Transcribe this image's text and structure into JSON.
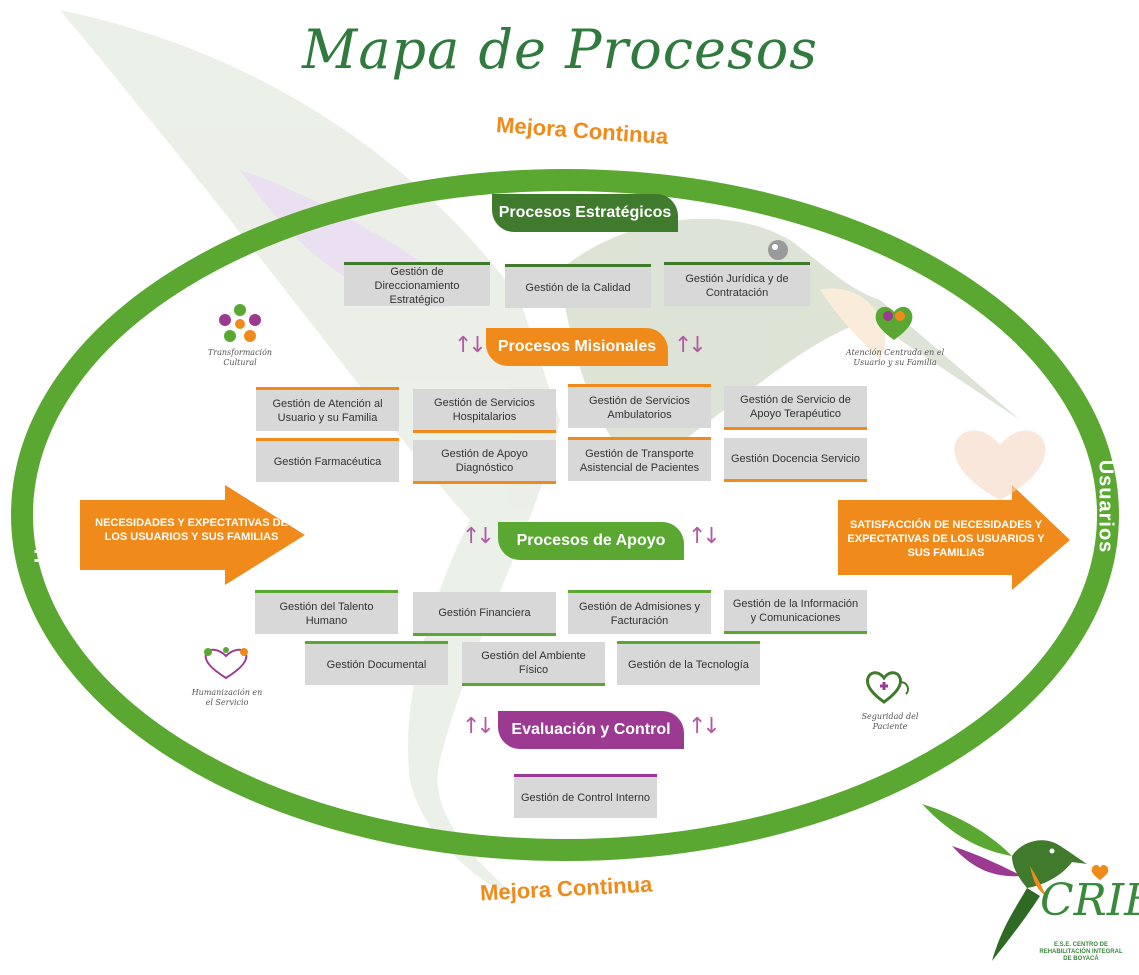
{
  "title": "Mapa de Procesos",
  "mejora_top": "Mejora Continua",
  "mejora_bottom": "Mejora Continua",
  "usuarios_left": "Usuarios",
  "usuarios_right": "Usuarios",
  "input_arrow": "NECESIDADES Y EXPECTATIVAS DE LOS USUARIOS Y SUS FAMILIAS",
  "output_arrow": "SATISFACCIÓN DE NECESIDADES Y EXPECTATIVAS DE LOS USUARIOS Y SUS FAMILIAS",
  "estrategicos": {
    "label": "Procesos Estratégicos",
    "items": [
      "Gestión de Direccionamiento Estratégico",
      "Gestión de la Calidad",
      "Gestión Jurídica y de Contratación"
    ]
  },
  "misionales": {
    "label": "Procesos Misionales",
    "items": [
      "Gestión de Atención al Usuario y su Familia",
      "Gestión de Servicios Hospitalarios",
      "Gestión de Servicios Ambulatorios",
      "Gestión de Servicio de Apoyo Terapéutico",
      "Gestión Farmacéutica",
      "Gestión de Apoyo Diagnóstico",
      "Gestión de Transporte Asistencial de Pacientes",
      "Gestión Docencia Servicio"
    ]
  },
  "apoyo": {
    "label": "Procesos de Apoyo",
    "items": [
      "Gestión del Talento Humano",
      "Gestión Financiera",
      "Gestión de Admisiones y Facturación",
      "Gestión de la Información y Comunicaciones",
      "Gestión Documental",
      "Gestión del Ambiente Físico",
      "Gestión de la Tecnología"
    ]
  },
  "evaluacion": {
    "label": "Evaluación y Control",
    "items": [
      "Gestión de Control Interno"
    ]
  },
  "logos": {
    "top_left": "Transformación Cultural",
    "top_right": "Atención Centrada en el Usuario y su Familia",
    "bottom_left": "Humanización en el Servicio",
    "bottom_right": "Seguridad del Paciente"
  },
  "brand": {
    "name": "CRIB",
    "subtitle": "E.S.E. CENTRO DE REHABILITACIÓN INTEGRAL DE BOYACÁ"
  },
  "colors": {
    "green_dark": "#3f7a2d",
    "green": "#5aa832",
    "orange": "#ef8a1b",
    "purple": "#9c3a91",
    "box_gray": "#d8d8d8"
  }
}
